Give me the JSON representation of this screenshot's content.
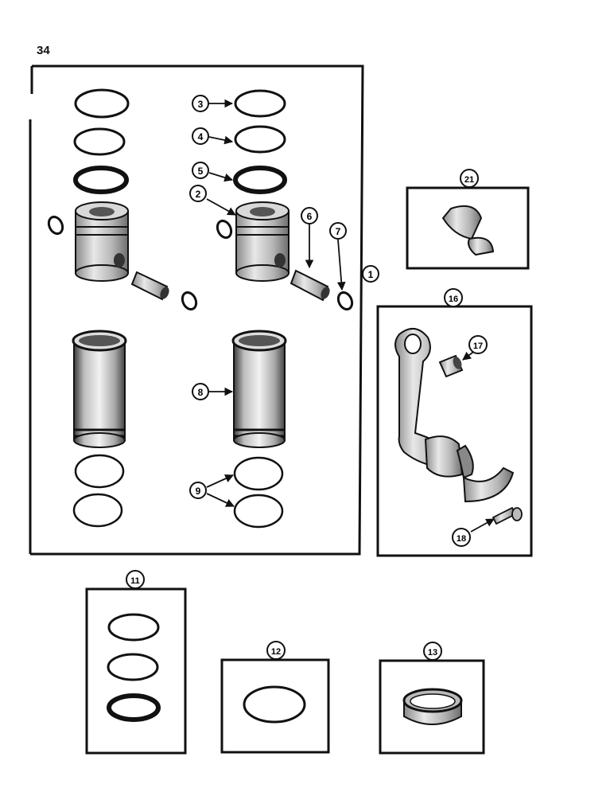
{
  "page": {
    "number": "34"
  },
  "callouts": {
    "c1": "1",
    "c2": "2",
    "c3": "3",
    "c4": "4",
    "c5": "5",
    "c6": "6",
    "c7": "7",
    "c8": "8",
    "c9": "9",
    "c11": "11",
    "c12": "12",
    "c13": "13",
    "c16": "16",
    "c17": "17",
    "c18": "18",
    "c21": "21"
  },
  "colors": {
    "ink": "#111111",
    "paper": "#ffffff",
    "shade": "#9a9a9a"
  }
}
